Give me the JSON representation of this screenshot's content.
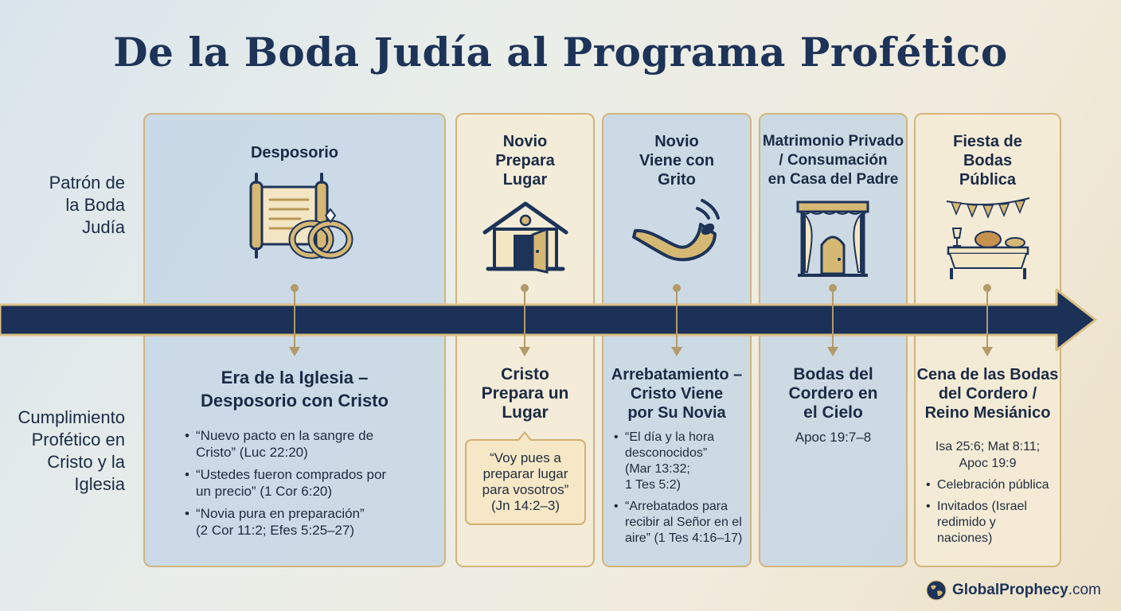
{
  "title": "De la Boda Judía al Programa Profético",
  "rows": {
    "pattern": [
      "Patrón de",
      "la Boda",
      "Judía"
    ],
    "fulfillment": [
      "Cumplimiento",
      "Profético en",
      "Cristo y la",
      "Iglesia"
    ]
  },
  "stages": [
    {
      "heading": [
        "Desposorio"
      ],
      "icon": "scroll-and-rings-icon",
      "title": [
        "Era de la Iglesia –",
        "Desposorio con Cristo"
      ],
      "bullets": [
        [
          "“Nuevo pacto en la sangre de",
          "Cristo” (Luc 22:20)"
        ],
        [
          "“Ustedes fueron comprados por",
          "un precio” (1 Cor 6:20)"
        ],
        [
          "“Novia pura en preparación”",
          "(2 Cor 11:2; Efes 5:25–27)"
        ]
      ]
    },
    {
      "heading": [
        "Novio",
        "Prepara",
        "Lugar"
      ],
      "icon": "house-icon",
      "title": [
        "Cristo",
        "Prepara un",
        "Lugar"
      ],
      "quote": [
        "“Voy pues a",
        "preparar lugar",
        "para vosotros”",
        "(Jn 14:2–3)"
      ]
    },
    {
      "heading": [
        "Novio",
        "Viene con",
        "Grito"
      ],
      "icon": "shofar-icon",
      "title": [
        "Arrebatamiento –",
        "Cristo Viene",
        "por Su Novia"
      ],
      "bullets": [
        [
          "“El día y la hora",
          "desconocidos”",
          "(Mar 13:32;",
          "1 Tes 5:2)"
        ],
        [
          "“Arrebatados para",
          "recibir al Señor en el",
          "aire” (1 Tes 4:16–17)"
        ]
      ]
    },
    {
      "heading": [
        "Matrimonio Privado",
        "/ Consumación",
        "en Casa del Padre"
      ],
      "icon": "chuppah-canopy-icon",
      "title": [
        "Bodas del",
        "Cordero en",
        "el Cielo"
      ],
      "reference": [
        "Apoc 19:7–8"
      ]
    },
    {
      "heading": [
        "Fiesta de",
        "Bodas",
        "Pública"
      ],
      "icon": "banquet-table-icon",
      "title": [
        "Cena de las Bodas",
        "del Cordero /",
        "Reino Mesiánico"
      ],
      "reference": [
        "Isa 25:6; Mat 8:11;",
        "Apoc 19:9"
      ],
      "bullets": [
        [
          "Celebración pública"
        ],
        [
          "Invitados (Israel",
          "redimido y",
          "naciones)"
        ]
      ]
    }
  ],
  "brand": {
    "name": "GlobalProphecy",
    "tld": ".com"
  },
  "colors": {
    "navy": "#1d3358",
    "gold": "#d2b57d",
    "panel_blue": "#c4d5e5",
    "panel_cream": "#f4ebd6"
  }
}
